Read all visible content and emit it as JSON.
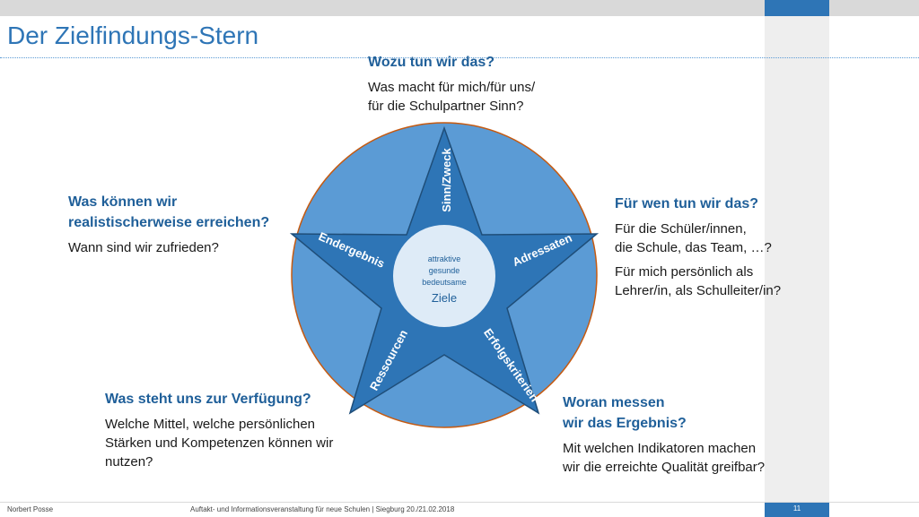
{
  "slide": {
    "title": "Der Zielfindungs-Stern"
  },
  "diagram": {
    "center": {
      "lines": [
        "attraktive",
        "gesunde",
        "bedeutsame"
      ],
      "label": "Ziele"
    },
    "arms": {
      "top": "Sinn/Zweck",
      "right": "Adressaten",
      "bottom_right": "Erfolgskriterien",
      "bottom_left": "Ressourcen",
      "left": "Endergebnis"
    },
    "colors": {
      "outer_circle": "#5b9bd5",
      "circle_border": "#c55a11",
      "star": "#2e75b6",
      "center_circle": "#deebf7"
    }
  },
  "blocks": {
    "top": {
      "heading": "Wozu tun wir das?",
      "lines": [
        "Was macht für mich/für uns/",
        "für die Schulpartner Sinn?"
      ]
    },
    "left": {
      "heading_lines": [
        "Was können wir",
        "realistischerweise erreichen?"
      ],
      "text": "Wann sind wir zufrieden?"
    },
    "right": {
      "heading": "Für wen tun wir das?",
      "lines1": [
        "Für die Schüler/innen,",
        "die Schule, das Team, …?"
      ],
      "lines2": [
        "Für mich persönlich als",
        "Lehrer/in, als Schulleiter/in?"
      ]
    },
    "bottom_left": {
      "heading": "Was steht uns zur Verfügung?",
      "lines": [
        "Welche Mittel, welche persönlichen",
        "Stärken und Kompetenzen können wir",
        "nutzen?"
      ]
    },
    "bottom_right": {
      "heading_lines": [
        "Woran messen",
        "wir das Ergebnis?"
      ],
      "lines": [
        "Mit welchen Indikatoren machen",
        "wir die erreichte Qualität greifbar?"
      ]
    }
  },
  "footer": {
    "author": "Norbert Posse",
    "event": "Auftakt- und Informationsveranstaltung für neue Schulen | Siegburg 20./21.02.2018",
    "page": "11"
  }
}
